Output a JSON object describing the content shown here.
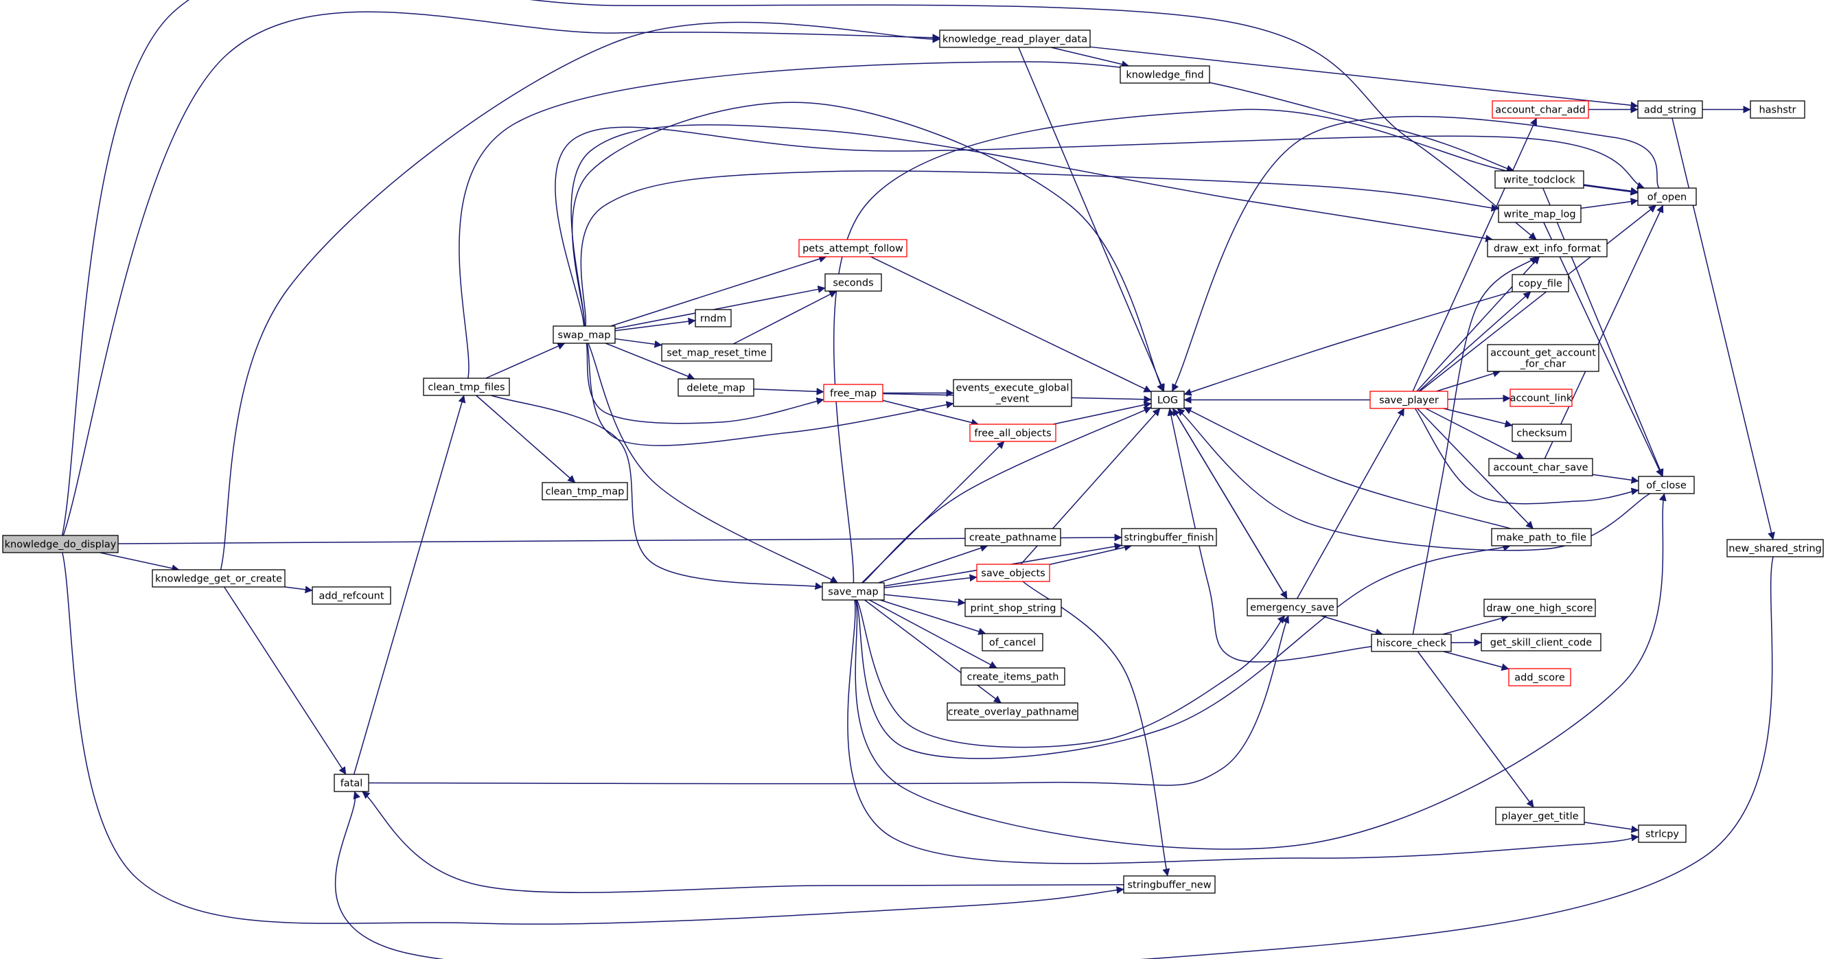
{
  "colors": {
    "edge": "#191970",
    "node_border": "#000000",
    "node_border_link": "#ff0000",
    "node_fill": "#ffffff",
    "root_fill": "#bfbfbf",
    "text": "#000000"
  },
  "nodes": {
    "knowledge_do_display": {
      "label": "knowledge_do_display",
      "root": true
    },
    "knowledge_get_or_create": {
      "label": "knowledge_get_or_create"
    },
    "add_refcount": {
      "label": "add_refcount"
    },
    "fatal": {
      "label": "fatal"
    },
    "clean_tmp_files": {
      "label": "clean_tmp_files"
    },
    "clean_tmp_map": {
      "label": "clean_tmp_map"
    },
    "swap_map": {
      "label": "swap_map"
    },
    "pets_attempt_follow": {
      "label": "pets_attempt_follow",
      "red": true
    },
    "seconds": {
      "label": "seconds"
    },
    "rndm": {
      "label": "rndm"
    },
    "set_map_reset_time": {
      "label": "set_map_reset_time"
    },
    "delete_map": {
      "label": "delete_map"
    },
    "free_map": {
      "label": "free_map",
      "red": true
    },
    "events_execute_global_event": {
      "label": "events_execute_global\n_event"
    },
    "free_all_objects": {
      "label": "free_all_objects",
      "red": true
    },
    "save_map": {
      "label": "save_map"
    },
    "create_pathname": {
      "label": "create_pathname"
    },
    "save_objects": {
      "label": "save_objects",
      "red": true
    },
    "print_shop_string": {
      "label": "print_shop_string"
    },
    "of_cancel": {
      "label": "of_cancel"
    },
    "create_items_path": {
      "label": "create_items_path"
    },
    "create_overlay_pathname": {
      "label": "create_overlay_pathname"
    },
    "knowledge_read_player_data": {
      "label": "knowledge_read_player_data"
    },
    "knowledge_find": {
      "label": "knowledge_find"
    },
    "LOG": {
      "label": "LOG"
    },
    "stringbuffer_finish": {
      "label": "stringbuffer_finish"
    },
    "stringbuffer_new": {
      "label": "stringbuffer_new"
    },
    "emergency_save": {
      "label": "emergency_save"
    },
    "save_player": {
      "label": "save_player",
      "red": true
    },
    "hiscore_check": {
      "label": "hiscore_check"
    },
    "account_char_add": {
      "label": "account_char_add",
      "red": true
    },
    "add_string": {
      "label": "add_string"
    },
    "hashstr": {
      "label": "hashstr"
    },
    "write_todclock": {
      "label": "write_todclock"
    },
    "write_map_log": {
      "label": "write_map_log"
    },
    "of_open": {
      "label": "of_open"
    },
    "draw_ext_info_format": {
      "label": "draw_ext_info_format"
    },
    "copy_file": {
      "label": "copy_file"
    },
    "account_get_account_for_char": {
      "label": "account_get_account\n_for_char"
    },
    "account_link": {
      "label": "account_link",
      "red": true
    },
    "checksum": {
      "label": "checksum"
    },
    "account_char_save": {
      "label": "account_char_save"
    },
    "of_close": {
      "label": "of_close"
    },
    "make_path_to_file": {
      "label": "make_path_to_file"
    },
    "new_shared_string": {
      "label": "new_shared_string"
    },
    "draw_one_high_score": {
      "label": "draw_one_high_score"
    },
    "get_skill_client_code": {
      "label": "get_skill_client_code"
    },
    "add_score": {
      "label": "add_score",
      "red": true
    },
    "player_get_title": {
      "label": "player_get_title"
    },
    "strlcpy": {
      "label": "strlcpy"
    }
  },
  "edges": [
    [
      "knowledge_do_display",
      "knowledge_get_or_create"
    ],
    [
      "knowledge_do_display",
      "knowledge_read_player_data"
    ],
    [
      "knowledge_do_display",
      "stringbuffer_finish"
    ],
    [
      "knowledge_do_display",
      "stringbuffer_new"
    ],
    [
      "knowledge_do_display",
      "draw_ext_info_format"
    ],
    [
      "knowledge_get_or_create",
      "add_refcount"
    ],
    [
      "knowledge_get_or_create",
      "fatal"
    ],
    [
      "knowledge_get_or_create",
      "knowledge_read_player_data"
    ],
    [
      "fatal",
      "clean_tmp_files"
    ],
    [
      "fatal",
      "emergency_save"
    ],
    [
      "clean_tmp_files",
      "swap_map"
    ],
    [
      "clean_tmp_files",
      "clean_tmp_map"
    ],
    [
      "clean_tmp_files",
      "save_map"
    ],
    [
      "clean_tmp_files",
      "write_todclock"
    ],
    [
      "swap_map",
      "pets_attempt_follow"
    ],
    [
      "swap_map",
      "seconds"
    ],
    [
      "swap_map",
      "rndm"
    ],
    [
      "swap_map",
      "set_map_reset_time"
    ],
    [
      "swap_map",
      "delete_map"
    ],
    [
      "swap_map",
      "free_map"
    ],
    [
      "swap_map",
      "events_execute_global_event"
    ],
    [
      "swap_map",
      "LOG"
    ],
    [
      "swap_map",
      "save_map"
    ],
    [
      "swap_map",
      "write_map_log"
    ],
    [
      "swap_map",
      "draw_ext_info_format"
    ],
    [
      "swap_map",
      "of_open"
    ],
    [
      "delete_map",
      "free_map"
    ],
    [
      "set_map_reset_time",
      "seconds"
    ],
    [
      "pets_attempt_follow",
      "LOG"
    ],
    [
      "free_map",
      "events_execute_global_event"
    ],
    [
      "free_map",
      "free_all_objects"
    ],
    [
      "free_map",
      "LOG"
    ],
    [
      "free_all_objects",
      "LOG"
    ],
    [
      "save_map",
      "create_pathname"
    ],
    [
      "save_map",
      "save_objects"
    ],
    [
      "save_map",
      "print_shop_string"
    ],
    [
      "save_map",
      "of_cancel"
    ],
    [
      "save_map",
      "create_items_path"
    ],
    [
      "save_map",
      "create_overlay_pathname"
    ],
    [
      "save_map",
      "stringbuffer_finish"
    ],
    [
      "save_map",
      "free_all_objects"
    ],
    [
      "save_map",
      "LOG"
    ],
    [
      "save_map",
      "emergency_save"
    ],
    [
      "save_map",
      "make_path_to_file"
    ],
    [
      "save_map",
      "of_close"
    ],
    [
      "save_map",
      "strlcpy"
    ],
    [
      "save_map",
      "of_open"
    ],
    [
      "save_objects",
      "stringbuffer_finish"
    ],
    [
      "save_objects",
      "stringbuffer_new"
    ],
    [
      "save_objects",
      "LOG"
    ],
    [
      "knowledge_read_player_data",
      "knowledge_find"
    ],
    [
      "knowledge_read_player_data",
      "LOG"
    ],
    [
      "knowledge_read_player_data",
      "add_string"
    ],
    [
      "stringbuffer_new",
      "fatal"
    ],
    [
      "LOG",
      "emergency_save"
    ],
    [
      "emergency_save",
      "LOG"
    ],
    [
      "emergency_save",
      "save_player"
    ],
    [
      "emergency_save",
      "hiscore_check"
    ],
    [
      "save_player",
      "LOG"
    ],
    [
      "save_player",
      "account_char_add"
    ],
    [
      "save_player",
      "draw_ext_info_format"
    ],
    [
      "save_player",
      "copy_file"
    ],
    [
      "save_player",
      "account_get_account_for_char"
    ],
    [
      "save_player",
      "account_link"
    ],
    [
      "save_player",
      "checksum"
    ],
    [
      "save_player",
      "account_char_save"
    ],
    [
      "save_player",
      "of_close"
    ],
    [
      "save_player",
      "make_path_to_file"
    ],
    [
      "save_player",
      "of_open"
    ],
    [
      "hiscore_check",
      "LOG"
    ],
    [
      "hiscore_check",
      "draw_ext_info_format"
    ],
    [
      "hiscore_check",
      "draw_one_high_score"
    ],
    [
      "hiscore_check",
      "get_skill_client_code"
    ],
    [
      "hiscore_check",
      "add_score"
    ],
    [
      "hiscore_check",
      "player_get_title"
    ],
    [
      "account_char_add",
      "add_string"
    ],
    [
      "add_string",
      "hashstr"
    ],
    [
      "add_string",
      "new_shared_string"
    ],
    [
      "write_todclock",
      "of_open"
    ],
    [
      "write_todclock",
      "of_close"
    ],
    [
      "write_map_log",
      "of_open"
    ],
    [
      "write_map_log",
      "of_close"
    ],
    [
      "account_char_save",
      "of_open"
    ],
    [
      "account_char_save",
      "of_close"
    ],
    [
      "make_path_to_file",
      "LOG"
    ],
    [
      "copy_file",
      "LOG"
    ],
    [
      "of_close",
      "LOG"
    ],
    [
      "of_open",
      "LOG"
    ],
    [
      "player_get_title",
      "strlcpy"
    ],
    [
      "new_shared_string",
      "fatal"
    ]
  ]
}
